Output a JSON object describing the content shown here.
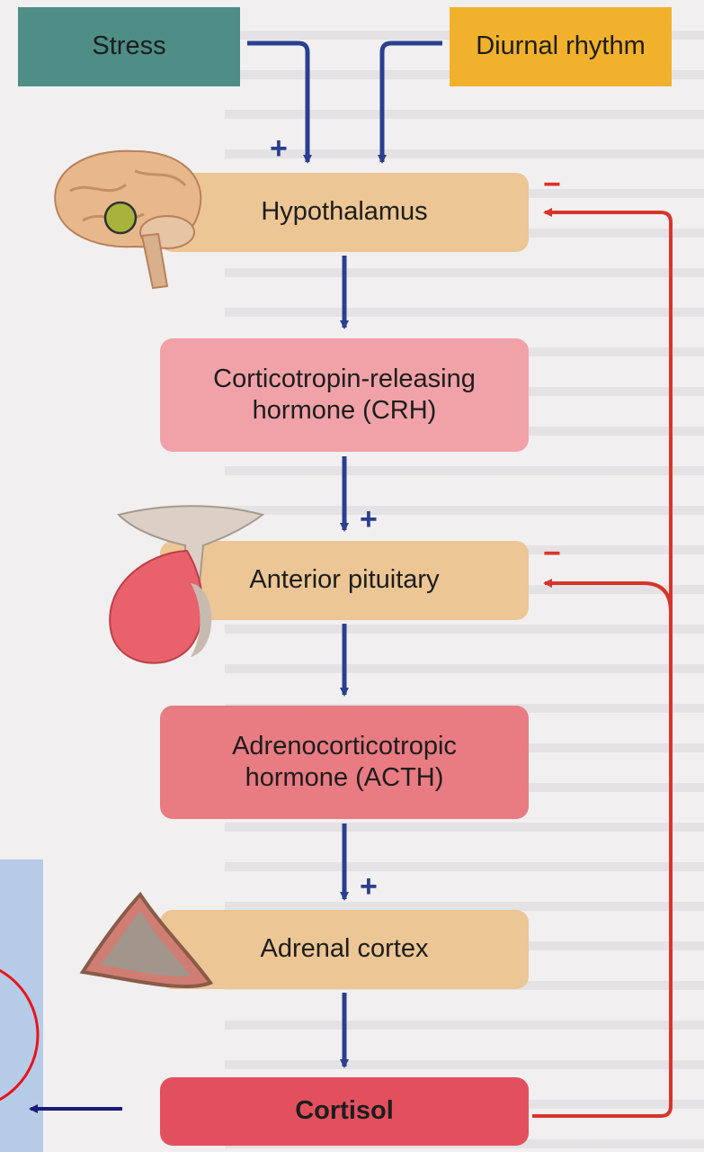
{
  "nodes": {
    "stress": "Stress",
    "diurnal_rhythm": "Diurnal rhythm",
    "hypothalamus": "Hypothalamus",
    "crh": "Corticotropin-releasing hormone (CRH)",
    "anterior_pituitary": "Anterior pituitary",
    "acth": "Adrenocorticotropic hormone (ACTH)",
    "adrenal_cortex": "Adrenal cortex",
    "cortisol": "Cortisol"
  },
  "signs": {
    "stress_to_hypothalamus": "+",
    "crh_to_pituitary": "+",
    "acth_to_adrenal": "+",
    "feedback_hypothalamus": "−",
    "feedback_pituitary": "−"
  },
  "colors": {
    "stimulatory_arrow": "#2b3f8f",
    "feedback_arrow": "#d8342c",
    "annotation_circle": "#e8141b",
    "annotation_arrow": "#1a1a7a"
  },
  "icons": [
    "brain-icon",
    "pituitary-gland-icon",
    "adrenal-gland-icon"
  ]
}
